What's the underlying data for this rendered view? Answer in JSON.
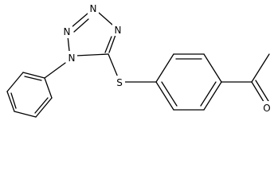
{
  "molecule": {
    "atom_labels": {
      "tetrazole_n1": "N",
      "tetrazole_n2": "N",
      "tetrazole_n3": "N",
      "tetrazole_n4": "N",
      "thioether_s": "S",
      "ketone_o": "O"
    },
    "colors": {
      "bond": "#000000",
      "label": "#000000",
      "background": "#ffffff"
    }
  }
}
